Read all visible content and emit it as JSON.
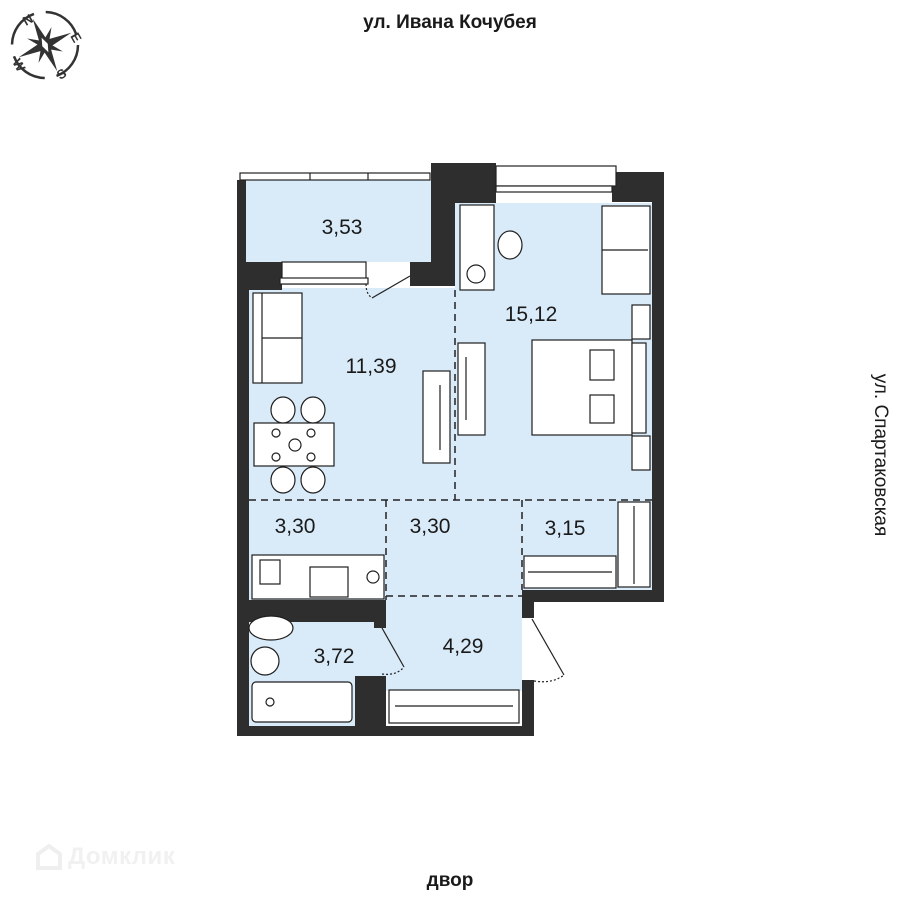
{
  "streets": {
    "top": "ул. Ивана Кочубея",
    "right": "ул. Спартаковская",
    "bottom": "двор"
  },
  "compass": {
    "icon": "compass-rose-icon",
    "labels": {
      "north": "N",
      "east": "E",
      "south": "S",
      "west": "W"
    }
  },
  "watermark": {
    "icon": "domclick-house-icon",
    "text": "Домклик"
  },
  "rooms": [
    {
      "id": "balcony",
      "area": "3,53"
    },
    {
      "id": "living-room",
      "area": "11,39"
    },
    {
      "id": "bedroom",
      "area": "15,12"
    },
    {
      "id": "kitchen",
      "area": "3,30"
    },
    {
      "id": "corridor",
      "area": "3,30"
    },
    {
      "id": "wardrobe",
      "area": "3,15"
    },
    {
      "id": "bathroom",
      "area": "3,72"
    },
    {
      "id": "hallway",
      "area": "4,29"
    }
  ],
  "colors": {
    "wall": "#2e2e2e",
    "floor": "#d9eaf8",
    "furniture_stroke": "#1f1f1f",
    "text": "#1a1a1a"
  }
}
